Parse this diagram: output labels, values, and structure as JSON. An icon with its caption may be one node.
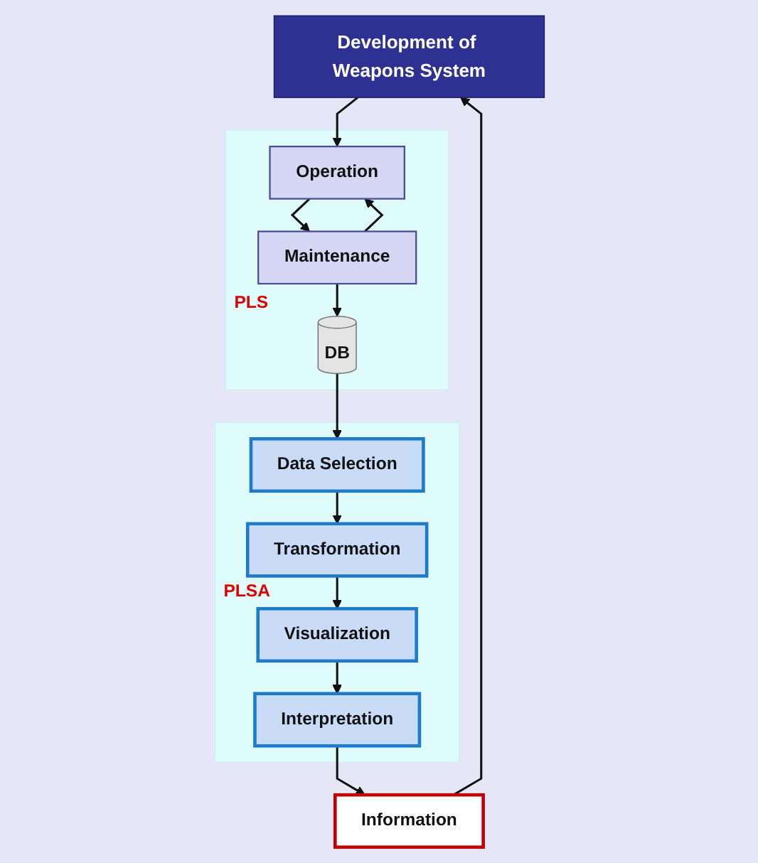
{
  "diagram": {
    "nodes": [
      {
        "text": [
          "Development of Weapons System"
        ]
      },
      {
        "text": [
          "PLS"
        ]
      },
      {
        "text": [
          "Operation"
        ],
        "in": 1
      },
      {
        "text": [
          "Maintenance"
        ],
        "in": 1
      },
      {
        "text": [
          "DB"
        ],
        "in": 1
      },
      {
        "text": [
          "PLSA"
        ]
      },
      {
        "text": [
          "Data Selection"
        ],
        "in": 5
      },
      {
        "text": [
          "Transformation"
        ],
        "in": 5
      },
      {
        "text": [
          "Visualization"
        ],
        "in": 5
      },
      {
        "text": [
          "Interpretation"
        ],
        "in": 5
      },
      {
        "text": [
          "Information"
        ]
      }
    ],
    "edges": [
      {
        "from": 0,
        "to": 2,
        "arrow": "to"
      },
      {
        "from": 2,
        "to": 3,
        "arrow": "to"
      },
      {
        "from": 3,
        "to": 2,
        "arrow": "to"
      },
      {
        "from": 3,
        "to": 4,
        "arrow": "to"
      },
      {
        "from": 4,
        "to": 6,
        "arrow": "to"
      },
      {
        "from": 6,
        "to": 7,
        "arrow": "to"
      },
      {
        "from": 7,
        "to": 8,
        "arrow": "to"
      },
      {
        "from": 8,
        "to": 9,
        "arrow": "to"
      },
      {
        "from": 9,
        "to": 10,
        "arrow": "to"
      },
      {
        "from": 10,
        "to": 0,
        "arrow": "to"
      }
    ]
  }
}
